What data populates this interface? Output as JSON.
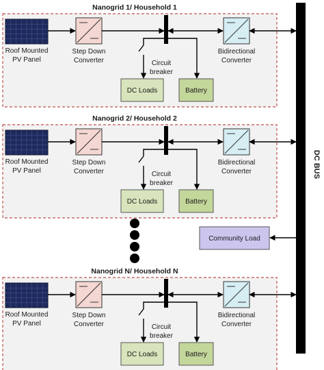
{
  "colors": {
    "group_border": "#c0504d",
    "group_fill": "#f2f2f2",
    "pv_panel": "#1f2a5c",
    "step_down_fill": "#f4d7d2",
    "bidirectional_fill": "#d6eef3",
    "load_fill": "#d8e4bc",
    "battery_fill": "#c4d79b",
    "community_fill": "#ccc6ee",
    "bus": "#000000"
  },
  "bus": {
    "label": "DC BUS"
  },
  "community_load": {
    "label": "Community Load"
  },
  "labels": {
    "pv_line1": "Roof Mounted",
    "pv_line2": "PV Panel",
    "step_line1": "Step Down",
    "step_line2": "Converter",
    "breaker_line1": "Circuit",
    "breaker_line2": "breaker",
    "bidir_line1": "Bidirectional",
    "bidir_line2": "Converter",
    "dc_loads": "DC Loads",
    "battery": "Battery"
  },
  "nanogrids": [
    {
      "title": "Nanogrid 1/ Household 1"
    },
    {
      "title": "Nanogrid 2/ Household 2"
    },
    {
      "title": "Nanogrid N/ Household N"
    }
  ]
}
